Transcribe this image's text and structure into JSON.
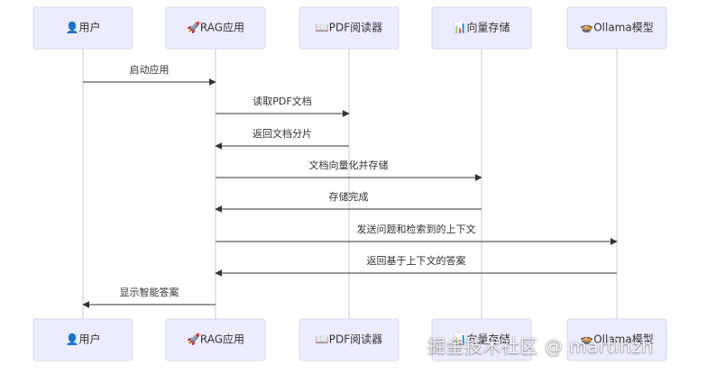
{
  "colors": {
    "box_fill": "#ececff",
    "box_stroke": "#d7d7ef",
    "lifeline": "#c9c9e6",
    "arrow": "#333333",
    "text": "#333333"
  },
  "participants": [
    {
      "id": "user",
      "label": "👤用户"
    },
    {
      "id": "rag",
      "label": "🚀RAG应用"
    },
    {
      "id": "pdf",
      "label": "📖PDF阅读器"
    },
    {
      "id": "vector",
      "label": "📊向量存储"
    },
    {
      "id": "ollama",
      "label": "🍲Ollama模型"
    }
  ],
  "messages": [
    {
      "from": "user",
      "to": "rag",
      "text": "启动应用"
    },
    {
      "from": "rag",
      "to": "pdf",
      "text": "读取PDF文档"
    },
    {
      "from": "pdf",
      "to": "rag",
      "text": "返回文档分片"
    },
    {
      "from": "rag",
      "to": "vector",
      "text": "文档向量化并存储"
    },
    {
      "from": "vector",
      "to": "rag",
      "text": "存储完成"
    },
    {
      "from": "rag",
      "to": "ollama",
      "text": "发送问题和检索到的上下文"
    },
    {
      "from": "ollama",
      "to": "rag",
      "text": "返回基于上下文的答案"
    },
    {
      "from": "rag",
      "to": "user",
      "text": "显示智能答案"
    }
  ],
  "watermark": "掘金技术社区 @ martinzh"
}
